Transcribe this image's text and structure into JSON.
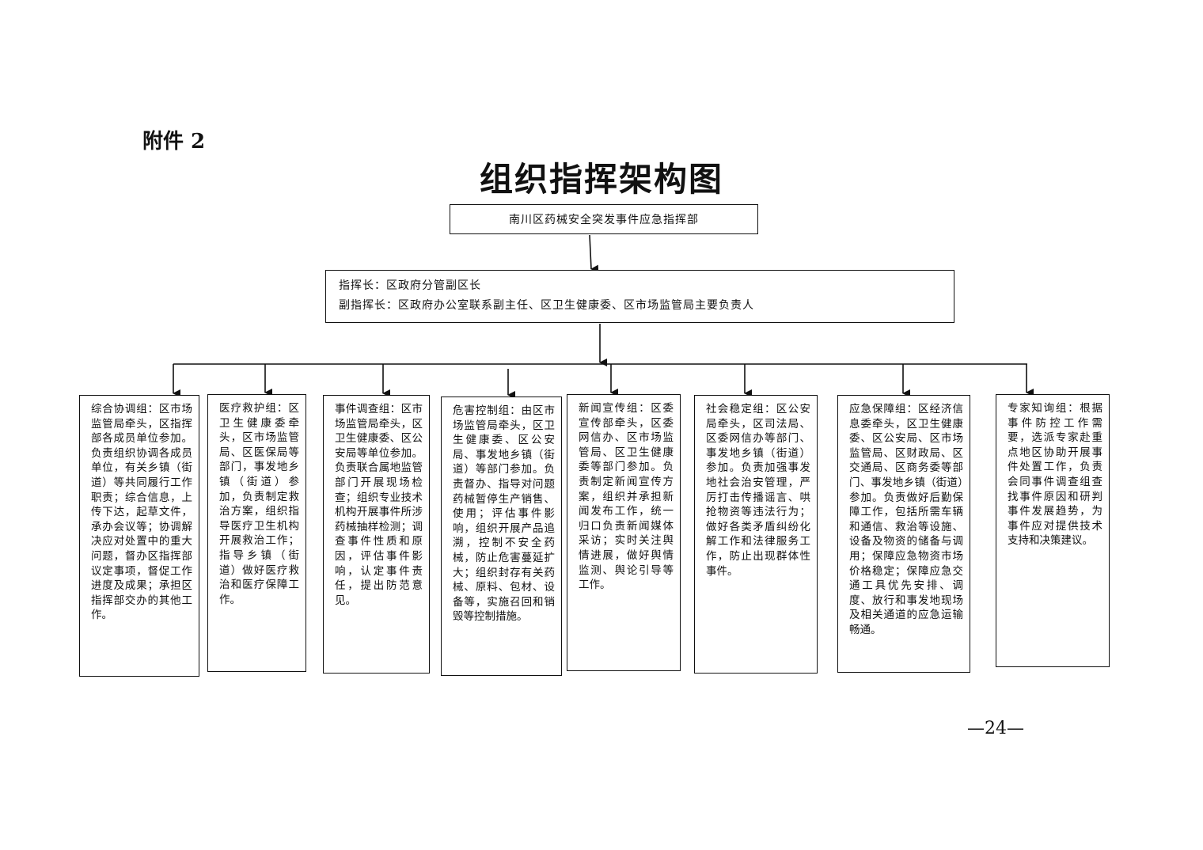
{
  "header": {
    "attachment": "附件 2",
    "title": "组织指挥架构图"
  },
  "top_box": {
    "text": "南川区药械安全突发事件应急指挥部"
  },
  "command": {
    "line1": "指挥长：区政府分管副区长",
    "line2": "副指挥长：区政府办公室联系副主任、区卫生健康委、区市场监管局主要负责人"
  },
  "groups": [
    {
      "text": "综合协调组：区市场监管局牵头，区指挥部各成员单位参加。负责组织协调各成员单位，有关乡镇（街道）等共同履行工作职责；综合信息，上传下达，起草文件，承办会议等；协调解决应对处置中的重大问题，督办区指挥部议定事项，督促工作进度及成果；承担区指挥部交办的其他工作。"
    },
    {
      "text": "医疗救护组：区卫生健康委牵头，区市场监管局、区医保局等部门，事发地乡镇（街道）参加，负责制定救治方案，组织指导医疗卫生机构开展救治工作；指导乡镇（街道）做好医疗救治和医疗保障工作。"
    },
    {
      "text": "事件调查组：区市场监管局牵头，区卫生健康委、区公安局等单位参加。负责联合属地监管部门开展现场检查；组织专业技术机构开展事件所涉药械抽样检测；调查事件性质和原因，评估事件影响，认定事件责任，提出防范意见。"
    },
    {
      "text": "危害控制组：由区市场监管局牵头，区卫生健康委、区公安局、事发地乡镇（街道）等部门参加。负责督办、指导对问题药械暂停生产销售、使用；评估事件影响，组织开展产品追溯，控制不安全药械，防止危害蔓延扩大；组织封存有关药械、原料、包材、设备等，实施召回和销毁等控制措施。"
    },
    {
      "text": "新闻宣传组：区委宣传部牵头，区委网信办、区市场监管局、区卫生健康委等部门参加。负责制定新闻宣传方案，组织并承担新闻发布工作，统一归口负责新闻媒体采访；实时关注舆情进展，做好舆情监测、舆论引导等工作。"
    },
    {
      "text": "社会稳定组：区公安局牵头，区司法局、区委网信办等部门、事发地乡镇（街道）参加。负责加强事发地社会治安管理，严厉打击传播谣言、哄抢物资等违法行为；做好各类矛盾纠纷化解工作和法律服务工作，防止出现群体性事件。"
    },
    {
      "text": "应急保障组：区经济信息委牵头，区卫生健康委、区公安局、区市场监管局、区财政局、区交通局、区商务委等部门、事发地乡镇（街道）参加。负责做好后勤保障工作，包括所需车辆和通信、救治等设施、设备及物资的储备与调用；保障应急物资市场价格稳定；保障应急交通工具优先安排、调度、放行和事发地现场及相关通道的应急运输畅通。"
    },
    {
      "text": "专家知询组：根据事件防控工作需要，选派专家赴重点地区协助开展事件处置工作，负责会同事件调查组查找事件原因和研判事件发展趋势，为事件应对提供技术支持和决策建议。"
    }
  ],
  "footer": {
    "page_number": "—24—"
  }
}
